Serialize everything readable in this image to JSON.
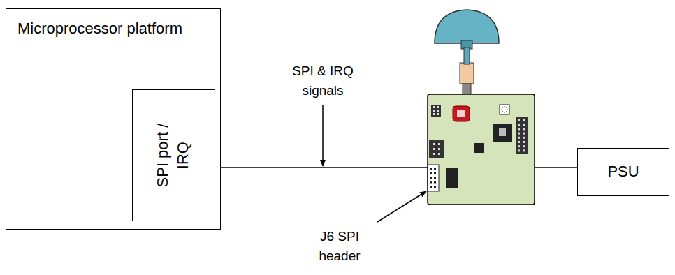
{
  "diagram": {
    "nodes": [
      {
        "text": [
          "Microprocessor platform"
        ]
      },
      {
        "text": [
          "SPI port / IRQ"
        ],
        "in": 0
      },
      {
        "text": [
          "PSU"
        ]
      }
    ],
    "labels": [
      "SPI & IRQ signals",
      "J6 SPI header"
    ]
  }
}
